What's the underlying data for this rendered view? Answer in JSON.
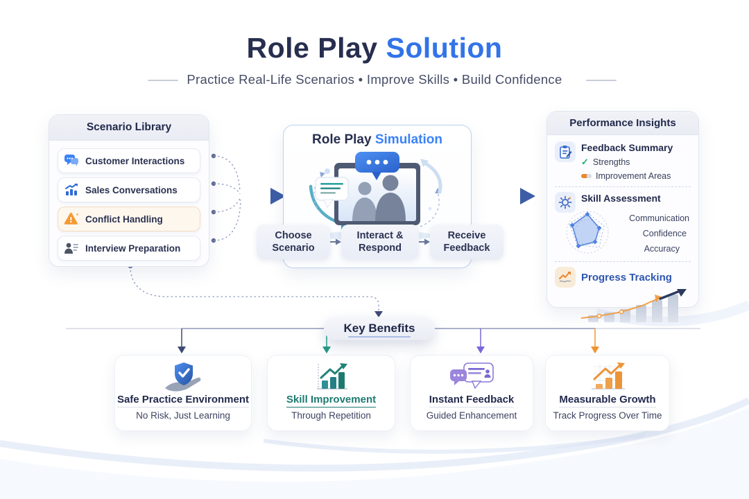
{
  "header": {
    "title_primary": "Role Play",
    "title_accent": "Solution",
    "subtitle": "Practice Real-Life Scenarios  •  Improve Skills  •  Build Confidence"
  },
  "scenario_library": {
    "title": "Scenario Library",
    "items": [
      {
        "label": "Customer Interactions",
        "icon": "chat-bubbles-icon"
      },
      {
        "label": "Sales Conversations",
        "icon": "sales-chart-icon"
      },
      {
        "label": "Conflict Handling",
        "icon": "warning-triangle-icon"
      },
      {
        "label": "Interview Preparation",
        "icon": "interview-person-icon"
      }
    ]
  },
  "simulation": {
    "title_primary": "Role Play ",
    "title_accent": "Simulation",
    "steps": [
      {
        "label": "Choose Scenario"
      },
      {
        "label": "Interact & Respond"
      },
      {
        "label": "Receive Feedback"
      }
    ]
  },
  "performance_insights": {
    "title": "Performance Insights",
    "feedback_summary": {
      "title": "Feedback Summary",
      "icon": "clipboard-icon",
      "strengths_label": "Strengths",
      "improvement_label": "Improvement Areas",
      "check_glyph": "✓"
    },
    "skill_assessment": {
      "title": "Skill Assessment",
      "icon": "gear-icon",
      "skills": [
        "Communication",
        "Confidence",
        "Accuracy"
      ]
    },
    "progress_tracking": {
      "title": "Progress Tracking",
      "icon": "trend-chart-icon"
    }
  },
  "key_benefits": {
    "label": "Key Benefits",
    "cards": [
      {
        "title": "Safe Practice Environment",
        "subtitle": "No Risk, Just Learning",
        "icon": "shield-hand-icon",
        "accent": "#3f4a75"
      },
      {
        "title": "Skill Improvement",
        "subtitle": "Through Repetition",
        "icon": "teal-growth-chart-icon",
        "accent": "#229a85"
      },
      {
        "title": "Instant Feedback",
        "subtitle": "Guided Enhancement",
        "icon": "feedback-bubbles-icon",
        "accent": "#7b68d8"
      },
      {
        "title": "Measurable Growth",
        "subtitle": "Track Progress Over Time",
        "icon": "orange-growth-chart-icon",
        "accent": "#f0922e"
      }
    ]
  },
  "colors": {
    "title_navy": "#272e4f",
    "accent_blue": "#3273e8",
    "teal": "#229a85",
    "purple": "#7b68d8",
    "orange": "#f0922e",
    "green": "#1fae6f",
    "arrow_navy": "#3d5da6"
  }
}
